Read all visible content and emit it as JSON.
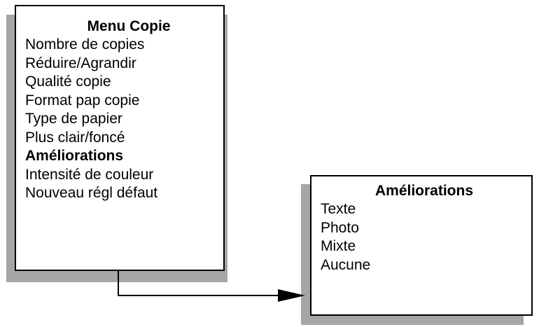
{
  "copy_menu": {
    "title": "Menu Copie",
    "items": [
      "Nombre de copies",
      "Réduire/Agrandir",
      "Qualité copie",
      "Format pap copie",
      "Type de papier",
      "Plus clair/foncé",
      "Améliorations",
      "Intensité de couleur",
      "Nouveau régl défaut"
    ],
    "selected_item": "Améliorations"
  },
  "enhancements_menu": {
    "title": "Améliorations",
    "items": [
      "Texte",
      "Photo",
      "Mixte",
      "Aucune"
    ]
  },
  "colors": {
    "frame": "#000000",
    "shadow": "#a6a6a6",
    "background": "#ffffff"
  }
}
